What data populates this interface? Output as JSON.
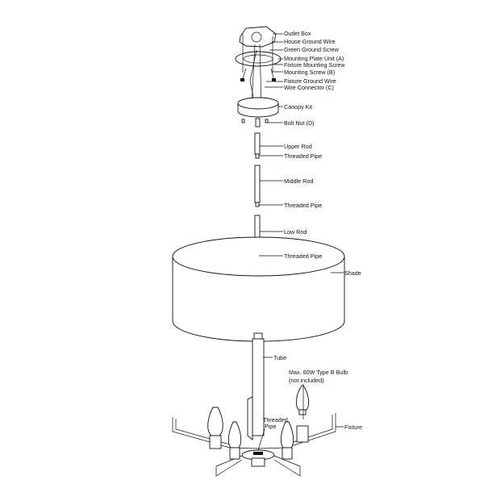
{
  "labels": {
    "outlet_box": "Outlet Box",
    "house_ground_wire": "House Ground Wire",
    "green_ground_screw": "Green Ground Screw",
    "mounting_plate": "Mounting Plate Unit (A)",
    "fixture_mounting_screw": "Fixture Mounting Screw",
    "mounting_screw": "Mounting Screw (B)",
    "fixture_ground_wire": "Fixture Ground Wire",
    "wire_connector": "Wire Connector (C)",
    "canopy_kit": "Canopy Kit",
    "bolt_nut": "Bolt Nut (D)",
    "upper_rod": "Upper Rod",
    "threaded_pipe_1": "Threaded Pipe",
    "middle_rod": "Middle Rod",
    "threaded_pipe_2": "Threaded Pipe",
    "low_rod": "Low Rod",
    "threaded_pipe_3": "Threaded Pipe",
    "shade": "Shade",
    "tube": "Tube",
    "bulb_line1": "Max. 60W Type B Bulb",
    "bulb_line2": "(not included)",
    "threaded_pipe_4_line1": "Threaded",
    "threaded_pipe_4_line2": "Pipe",
    "fixture": "Fixture"
  }
}
